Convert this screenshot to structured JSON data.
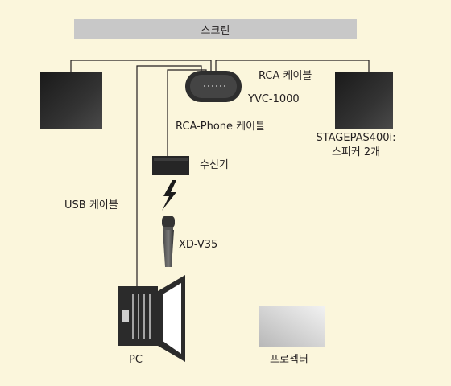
{
  "labels": {
    "screen": "스크린",
    "rca_cable": "RCA 케이블",
    "yvc_model": "YVC-1000",
    "rca_phone_cable": "RCA-Phone 케이블",
    "speakers_model": "STAGEPAS400i:",
    "speakers_count": "스피커 2개",
    "receiver": "수신기",
    "usb_cable": "USB 케이블",
    "mic_model": "XD-V35",
    "pc": "PC",
    "projector": "프로젝터"
  },
  "colors": {
    "background": "#fbf6dc",
    "screen_bar": "#c8c8c8",
    "device_dark": "#2a2a2a",
    "wire": "#231f20"
  },
  "icons": {
    "wireless": "lightning-bolt-icon",
    "microphone": "handheld-microphone-icon",
    "laptop": "laptop-icon"
  }
}
